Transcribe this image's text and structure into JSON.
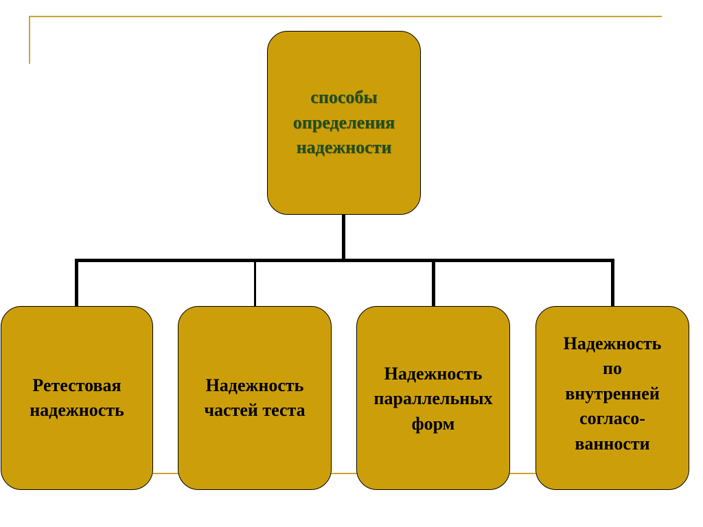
{
  "diagram": {
    "root": {
      "label": "способы\nопределения\n надежности"
    },
    "children": [
      {
        "label": "Ретестовая\nнадежность"
      },
      {
        "label": "Надежность\nчастей теста"
      },
      {
        "label": "Надежность\nпараллельных\nформ"
      },
      {
        "label": "Надежность\nпо\nвнутренней\nсогласо-\nванности"
      }
    ]
  },
  "colors": {
    "node_fill": "#cc9f0a",
    "frame_line": "#c8a531",
    "root_text": "#1f4d1f",
    "connector": "#000000"
  }
}
